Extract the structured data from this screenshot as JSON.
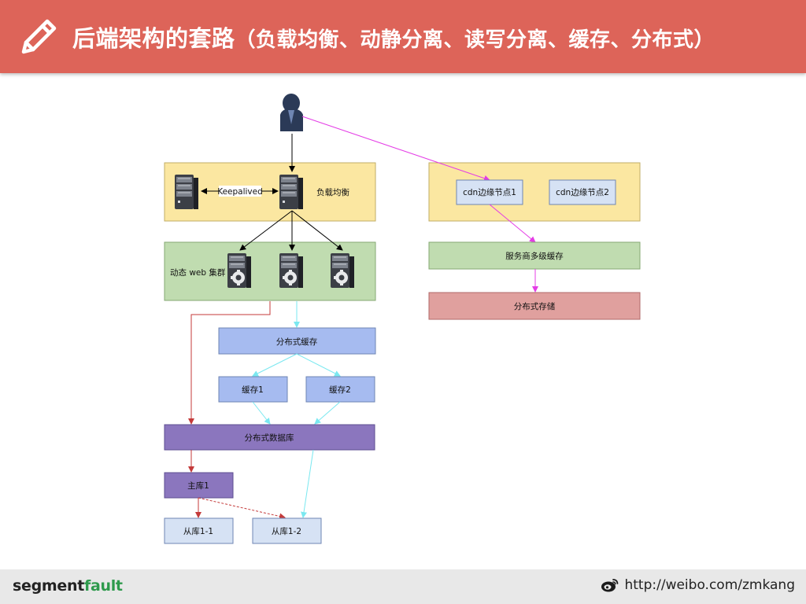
{
  "header": {
    "title": "后端架构的套路",
    "subtitle": "（负载均衡、动静分离、读写分离、缓存、分布式）"
  },
  "diagram": {
    "load_balance_label": "负载均衡",
    "keepalived_label": "Keepalived",
    "web_cluster_label": "动态 web 集群",
    "distributed_cache": "分布式缓存",
    "cache1": "缓存1",
    "cache2": "缓存2",
    "distributed_db": "分布式数据库",
    "master_db": "主库1",
    "slave1": "从库1-1",
    "slave2": "从库1-2",
    "cdn_node1": "cdn边缘节点1",
    "cdn_node2": "cdn边缘节点2",
    "provider_cache": "服务商多级缓存",
    "distributed_storage": "分布式存储"
  },
  "footer": {
    "brand_main": "segment",
    "brand_accent": "fault",
    "weibo_url": "http://weibo.com/zmkang"
  },
  "colors": {
    "header_bg": "#dd6459",
    "yellow_panel": "#fbe7a1",
    "green_panel": "#c0dcb0",
    "blue_box": "#a6bbf0",
    "purple_box": "#8b76be",
    "light_blue_box": "#d6e2f4",
    "red_box": "#e0a09e",
    "magenta_line": "#e43ce6",
    "cyan_line": "#7ae8f0",
    "red_line": "#c43a3a"
  }
}
